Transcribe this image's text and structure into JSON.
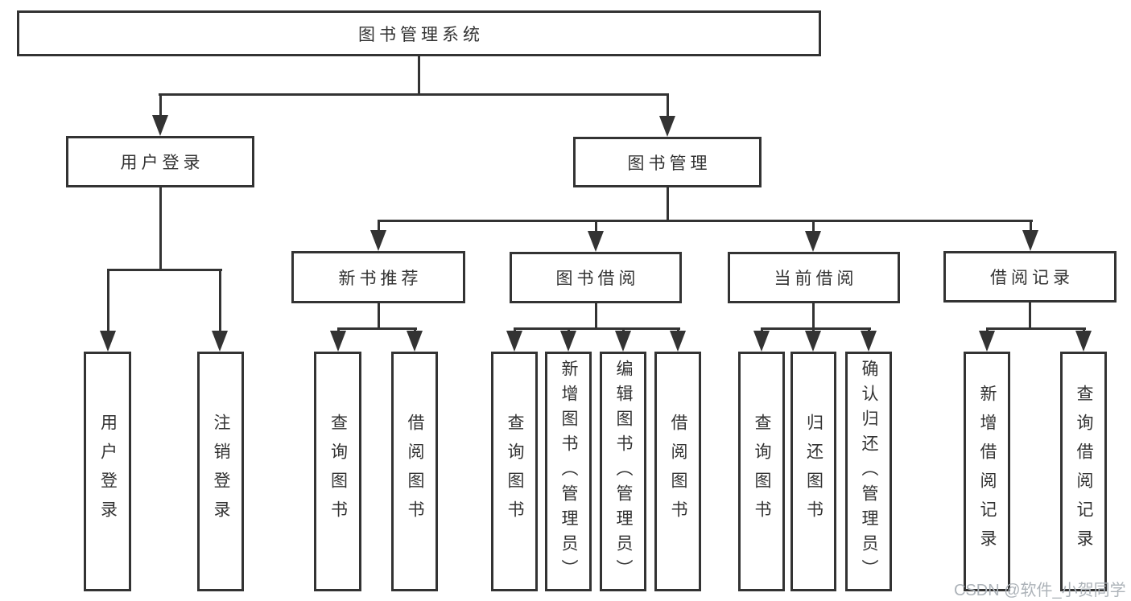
{
  "tree": {
    "root": {
      "label": "图书管理系统"
    },
    "user_login": {
      "label": "用户登录",
      "children": [
        {
          "label": "用户登录"
        },
        {
          "label": "注销登录"
        }
      ]
    },
    "book_mgmt": {
      "label": "图书管理",
      "children": {
        "new_book": {
          "label": "新书推荐",
          "children": [
            {
              "label": "查询图书"
            },
            {
              "label": "借阅图书"
            }
          ]
        },
        "book_borrow": {
          "label": "图书借阅",
          "children": [
            {
              "label": "查询图书"
            },
            {
              "label": "新增图书（管理员）"
            },
            {
              "label": "编辑图书（管理员）"
            },
            {
              "label": "借阅图书"
            }
          ]
        },
        "current_borrow": {
          "label": "当前借阅",
          "children": [
            {
              "label": "查询图书"
            },
            {
              "label": "归还图书"
            },
            {
              "label": "确认归还（管理员）"
            }
          ]
        },
        "borrow_records": {
          "label": "借阅记录",
          "children": [
            {
              "label": "新增借阅记录"
            },
            {
              "label": "查询借阅记录"
            }
          ]
        }
      }
    }
  },
  "watermark": {
    "text": "CSDN @软件_小贺同学"
  },
  "colors": {
    "line": "#333333",
    "text": "#333333",
    "box_bg": "#ffffff",
    "watermark": "#adb3b9"
  }
}
